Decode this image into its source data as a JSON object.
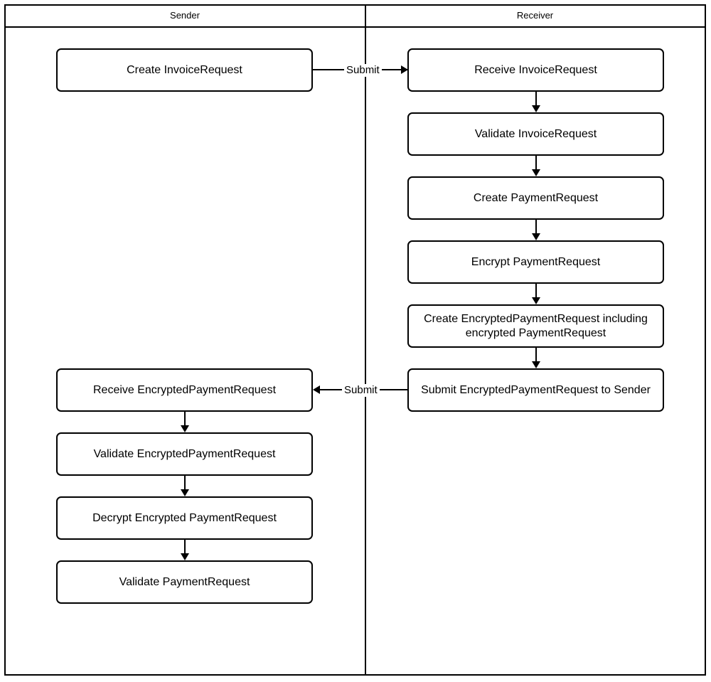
{
  "diagram": {
    "type": "swimlane-flowchart",
    "lanes": [
      {
        "id": "sender",
        "title": "Sender"
      },
      {
        "id": "receiver",
        "title": "Receiver"
      }
    ],
    "nodes": [
      {
        "id": "n1",
        "lane": "sender",
        "label": "Create InvoiceRequest"
      },
      {
        "id": "n2",
        "lane": "receiver",
        "label": "Receive InvoiceRequest"
      },
      {
        "id": "n3",
        "lane": "receiver",
        "label": "Validate InvoiceRequest"
      },
      {
        "id": "n4",
        "lane": "receiver",
        "label": "Create PaymentRequest"
      },
      {
        "id": "n5",
        "lane": "receiver",
        "label": "Encrypt PaymentRequest"
      },
      {
        "id": "n6",
        "lane": "receiver",
        "label": "Create EncryptedPaymentRequest including encrypted PaymentRequest"
      },
      {
        "id": "n7",
        "lane": "receiver",
        "label": "Submit EncryptedPaymentRequest to Sender"
      },
      {
        "id": "n8",
        "lane": "sender",
        "label": "Receive EncryptedPaymentRequest"
      },
      {
        "id": "n9",
        "lane": "sender",
        "label": "Validate EncryptedPaymentRequest"
      },
      {
        "id": "n10",
        "lane": "sender",
        "label": "Decrypt Encrypted PaymentRequest"
      },
      {
        "id": "n11",
        "lane": "sender",
        "label": "Validate PaymentRequest"
      }
    ],
    "edges": [
      {
        "from": "n1",
        "to": "n2",
        "label": "Submit",
        "direction": "right"
      },
      {
        "from": "n2",
        "to": "n3",
        "label": "",
        "direction": "down"
      },
      {
        "from": "n3",
        "to": "n4",
        "label": "",
        "direction": "down"
      },
      {
        "from": "n4",
        "to": "n5",
        "label": "",
        "direction": "down"
      },
      {
        "from": "n5",
        "to": "n6",
        "label": "",
        "direction": "down"
      },
      {
        "from": "n6",
        "to": "n7",
        "label": "",
        "direction": "down"
      },
      {
        "from": "n7",
        "to": "n8",
        "label": "Submit",
        "direction": "left"
      },
      {
        "from": "n8",
        "to": "n9",
        "label": "",
        "direction": "down"
      },
      {
        "from": "n9",
        "to": "n10",
        "label": "",
        "direction": "down"
      },
      {
        "from": "n10",
        "to": "n11",
        "label": "",
        "direction": "down"
      }
    ],
    "colors": {
      "stroke": "#000000",
      "fill": "#ffffff",
      "text": "#000000"
    }
  }
}
